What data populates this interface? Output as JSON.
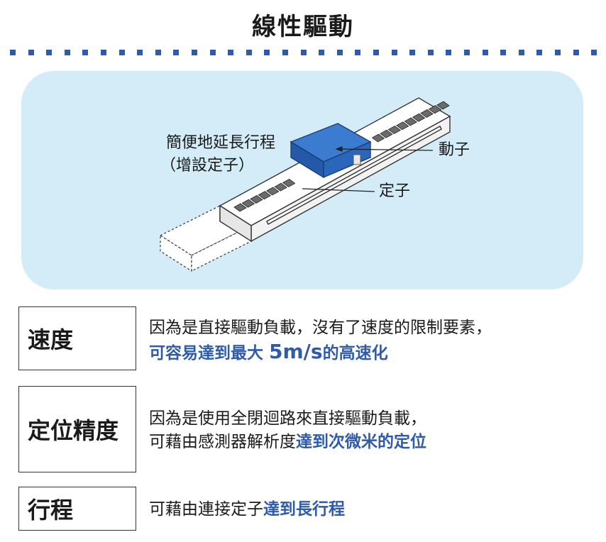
{
  "title": "線性驅動",
  "diagram": {
    "extension_label_line1": "簡便地延長行程",
    "extension_label_line2": "（增設定子）",
    "mover_label": "動子",
    "stator_label": "定子",
    "colors": {
      "panel_bg": "#d3ecf8",
      "mover": "#2f6bc0",
      "accent": "#2f5ba8"
    }
  },
  "rows": [
    {
      "label": "速度",
      "line1": "因為是直接驅動負載，沒有了速度的限制要素，",
      "line2_plain": "",
      "line2_highlight_a": "可容易達到最大 ",
      "line2_highlight_big": "5m/s",
      "line2_highlight_b": "的高速化"
    },
    {
      "label": "定位精度",
      "line1": "因為是使用全閉迴路來直接驅動負載，",
      "line2_plain": "可藉由感測器解析度",
      "line2_highlight": "達到次微米的定位"
    },
    {
      "label": "行程",
      "line1_plain": "可藉由連接定子",
      "line1_highlight": "達到長行程"
    }
  ]
}
